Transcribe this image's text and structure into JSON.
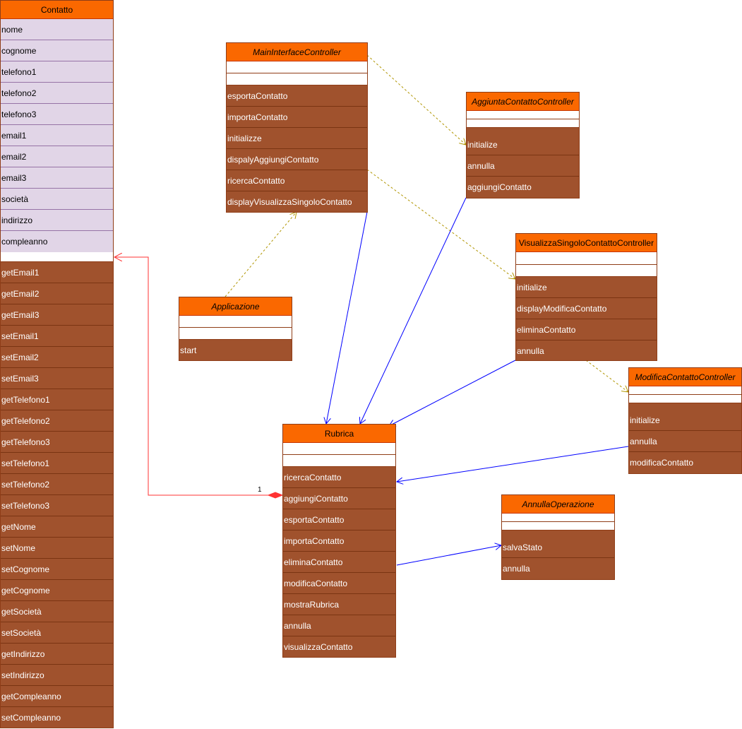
{
  "colors": {
    "header_fill": "#fa6800",
    "method_fill": "#a0522d",
    "attribute_fill": "#e1d5e7",
    "dependency_arrow": "#b09500",
    "association_arrow": "#0000ff",
    "composition_arrow": "#ff3333"
  },
  "classes": {
    "contatto": {
      "name": "Contatto",
      "attributes": [
        "nome",
        "cognome",
        "telefono1",
        "telefono2",
        "telefono3",
        "email1",
        "email2",
        "email3",
        "società",
        "indirizzo",
        "compleanno"
      ],
      "methods": [
        "getEmail1",
        "getEmail2",
        "getEmail3",
        "setEmail1",
        "setEmail2",
        "setEmail3",
        "getTelefono1",
        "getTelefono2",
        "getTelefono3",
        "setTelefono1",
        "setTelefono2",
        "setTelefono3",
        "getNome",
        "setNome",
        "setCognome",
        "getCognome",
        "getSocietà",
        "setSocietà",
        "getIndirizzo",
        "setIndirizzo",
        "getCompleanno",
        "setCompleanno"
      ]
    },
    "main_interface_controller": {
      "name": "MainInterfaceController",
      "methods": [
        "esportaContatto",
        "importaContatto",
        "initializze",
        "dispalyAggiungiContatto",
        "ricercaContatto",
        "displayVisualizzaSingoloContatto"
      ]
    },
    "aggiunta_contatto_controller": {
      "name": "AggiuntaContattoController",
      "methods": [
        "initialize",
        "annulla",
        "aggiungiContatto"
      ]
    },
    "visualizza_singolo_contatto_controller": {
      "name": "VisualizzaSingoloContattoController",
      "methods": [
        "initialize",
        "displayModificaContatto",
        "eliminaContatto",
        "annulla"
      ]
    },
    "modifica_contatto_controller": {
      "name": "ModificaContattoController",
      "methods": [
        "initialize",
        "annulla",
        "modificaContatto"
      ]
    },
    "applicazione": {
      "name": "Applicazione",
      "methods": [
        "start"
      ]
    },
    "rubrica": {
      "name": "Rubrica",
      "methods": [
        "ricercaContatto",
        "aggiungiContatto",
        "esportaContatto",
        "importaContatto",
        "eliminaContatto",
        "modificaContatto",
        "mostraRubrica",
        "annulla",
        "visualizzaContatto"
      ]
    },
    "annulla_operazione": {
      "name": "AnnullaOperazione",
      "methods": [
        "salvaStato",
        "annulla"
      ]
    }
  },
  "composition_multiplicity": "1"
}
